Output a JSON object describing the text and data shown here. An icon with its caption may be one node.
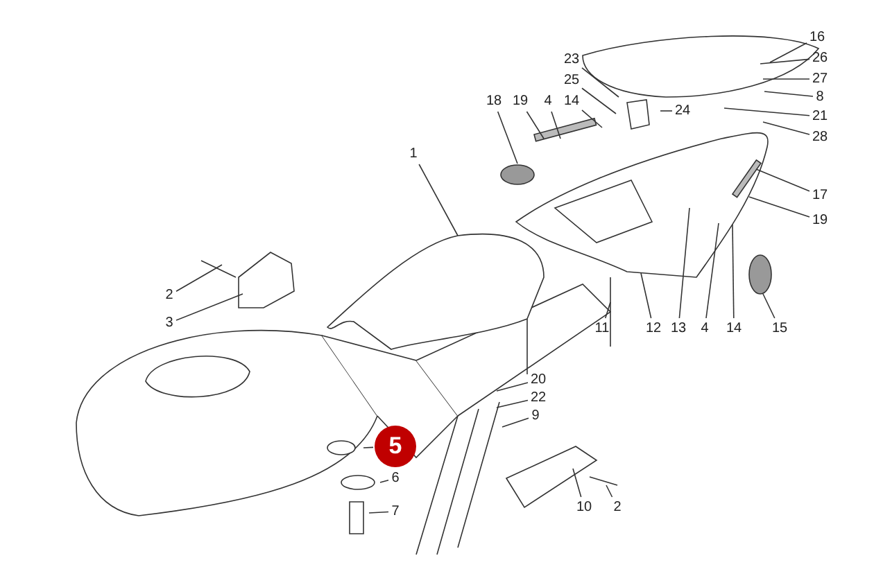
{
  "diagram": {
    "nodes": [
      {
        "text": [
          "16"
        ]
      },
      {
        "text": [
          "23"
        ]
      },
      {
        "text": [
          "26"
        ]
      },
      {
        "text": [
          "25"
        ]
      },
      {
        "text": [
          "14"
        ]
      },
      {
        "text": [
          "27"
        ]
      },
      {
        "text": [
          "8"
        ]
      },
      {
        "text": [
          "18"
        ]
      },
      {
        "text": [
          "19"
        ]
      },
      {
        "text": [
          "4"
        ]
      },
      {
        "text": [
          "24"
        ]
      },
      {
        "text": [
          "21"
        ]
      },
      {
        "text": [
          "28"
        ]
      },
      {
        "text": [
          "1"
        ]
      },
      {
        "text": [
          "17"
        ]
      },
      {
        "text": [
          "19"
        ]
      },
      {
        "text": [
          "2"
        ]
      },
      {
        "text": [
          "11"
        ]
      },
      {
        "text": [
          "12"
        ]
      },
      {
        "text": [
          "13"
        ]
      },
      {
        "text": [
          "4"
        ]
      },
      {
        "text": [
          "14"
        ]
      },
      {
        "text": [
          "15"
        ]
      },
      {
        "text": [
          "3"
        ]
      },
      {
        "text": [
          "20"
        ]
      },
      {
        "text": [
          "22"
        ]
      },
      {
        "text": [
          "9"
        ]
      },
      {
        "text": [
          "5"
        ]
      },
      {
        "text": [
          "6"
        ]
      },
      {
        "text": [
          "7"
        ]
      },
      {
        "text": [
          "10"
        ]
      },
      {
        "text": [
          "2"
        ]
      }
    ],
    "edges": [
      {
        "from": 0,
        "to": null,
        "arrow": "none"
      },
      {
        "from": 1,
        "to": null,
        "arrow": "none"
      },
      {
        "from": 2,
        "to": null,
        "arrow": "none"
      },
      {
        "from": 3,
        "to": null,
        "arrow": "none"
      },
      {
        "from": 4,
        "to": null,
        "arrow": "none"
      },
      {
        "from": 5,
        "to": null,
        "arrow": "none"
      },
      {
        "from": 6,
        "to": null,
        "arrow": "none"
      },
      {
        "from": 7,
        "to": null,
        "arrow": "none"
      },
      {
        "from": 8,
        "to": null,
        "arrow": "none"
      },
      {
        "from": 9,
        "to": null,
        "arrow": "none"
      },
      {
        "from": 10,
        "to": null,
        "arrow": "none"
      },
      {
        "from": 11,
        "to": null,
        "arrow": "none"
      },
      {
        "from": 12,
        "to": null,
        "arrow": "none"
      },
      {
        "from": 13,
        "to": null,
        "arrow": "none"
      },
      {
        "from": 14,
        "to": null,
        "arrow": "none"
      },
      {
        "from": 15,
        "to": null,
        "arrow": "none"
      },
      {
        "from": 16,
        "to": null,
        "arrow": "none"
      },
      {
        "from": 17,
        "to": null,
        "arrow": "none"
      },
      {
        "from": 18,
        "to": null,
        "arrow": "none"
      },
      {
        "from": 19,
        "to": null,
        "arrow": "none"
      },
      {
        "from": 20,
        "to": null,
        "arrow": "none"
      },
      {
        "from": 21,
        "to": null,
        "arrow": "none"
      },
      {
        "from": 22,
        "to": null,
        "arrow": "none"
      },
      {
        "from": 23,
        "to": null,
        "arrow": "none"
      },
      {
        "from": 24,
        "to": null,
        "arrow": "none"
      },
      {
        "from": 25,
        "to": null,
        "arrow": "none"
      },
      {
        "from": 26,
        "to": null,
        "arrow": "none"
      },
      {
        "from": 27,
        "to": null,
        "arrow": "none"
      },
      {
        "from": 28,
        "to": null,
        "arrow": "none"
      },
      {
        "from": 29,
        "to": null,
        "arrow": "none"
      },
      {
        "from": 30,
        "to": null,
        "arrow": "none"
      },
      {
        "from": 31,
        "to": null,
        "arrow": "none"
      }
    ]
  }
}
